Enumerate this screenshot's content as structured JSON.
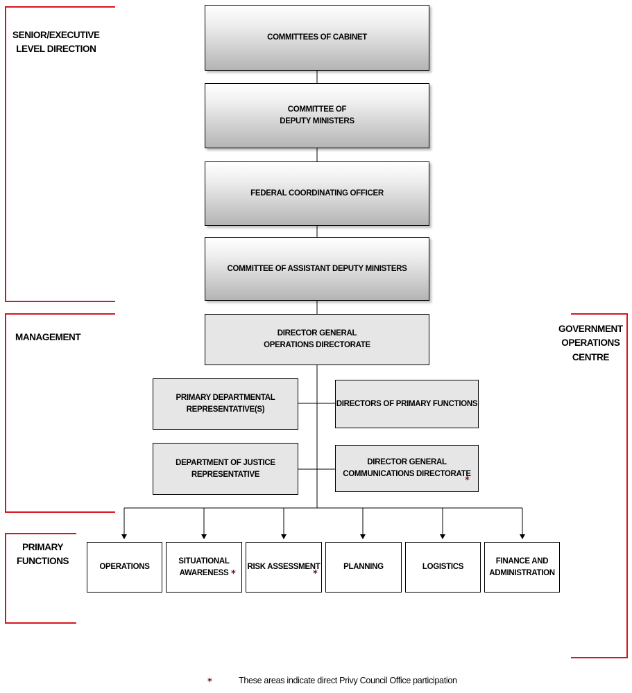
{
  "colors": {
    "bracket": "#d9141e",
    "star": "#7a1414",
    "line": "#000000"
  },
  "brackets": {
    "senior": "SENIOR/EXECUTIVE\nLEVEL DIRECTION",
    "management": "MANAGEMENT",
    "primary": "PRIMARY\nFUNCTIONS",
    "goc": "GOVERNMENT\nOPERATIONS\nCENTRE"
  },
  "boxes": {
    "cabinet": "COMMITTEES OF CABINET",
    "deputy": "COMMITTEE OF\nDEPUTY MINISTERS",
    "fco": "FEDERAL COORDINATING OFFICER",
    "adm": "COMMITTEE OF ASSISTANT DEPUTY MINISTERS",
    "dg_ops": "DIRECTOR GENERAL\nOPERATIONS DIRECTORATE",
    "pdr": "PRIMARY DEPARTMENTAL\nREPRESENTATIVE(S)",
    "dpf": "DIRECTORS OF PRIMARY FUNCTIONS",
    "justice": "DEPARTMENT OF JUSTICE\nREPRESENTATIVE",
    "dg_comm": "DIRECTOR GENERAL\nCOMMUNICATIONS DIRECTORATE"
  },
  "functions": [
    "OPERATIONS",
    "SITUATIONAL\nAWARENESS",
    "RISK ASSESSMENT",
    "PLANNING",
    "LOGISTICS",
    "FINANCE AND\nADMINISTRATION"
  ],
  "legend": {
    "star": "*",
    "text": "These areas indicate direct Privy Council Office participation"
  }
}
